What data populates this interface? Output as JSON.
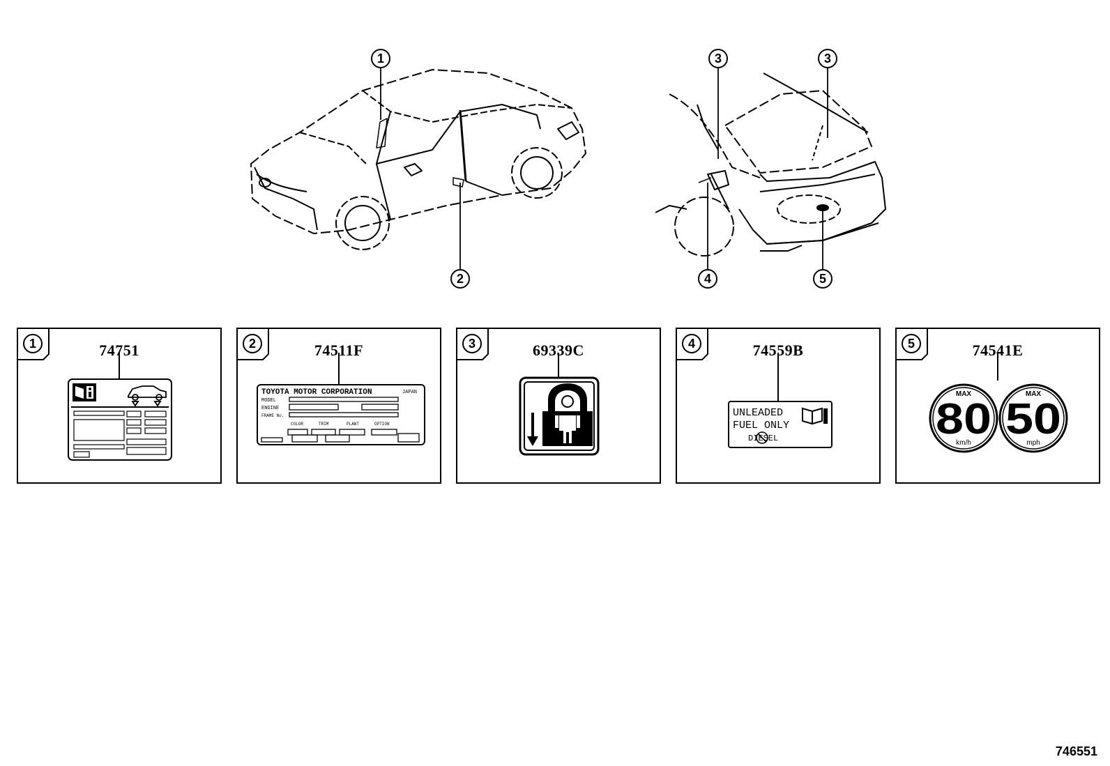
{
  "figure_id": "746551",
  "callouts": {
    "c1": "1",
    "c2": "2",
    "c3a": "3",
    "c3b": "3",
    "c4": "4",
    "c5": "5"
  },
  "panels": [
    {
      "num": "1",
      "part": "74751"
    },
    {
      "num": "2",
      "part": "74511F"
    },
    {
      "num": "3",
      "part": "69339C"
    },
    {
      "num": "4",
      "part": "74559B"
    },
    {
      "num": "5",
      "part": "74541E"
    }
  ],
  "label2": {
    "header": "TOYOTA MOTOR CORPORATION",
    "header_right": "JAPAN",
    "row1": "MODEL",
    "row2": "ENGINE",
    "row3": "FRAME No.",
    "col1": "COLOR",
    "col2": "TRIM",
    "col3": "PLANT",
    "col4": "OPTION"
  },
  "label4": {
    "line1": "UNLEADED",
    "line2": "FUEL ONLY",
    "line3": "DIESEL"
  },
  "label5": {
    "left_top": "MAX",
    "left_value": "80",
    "left_unit": "km/h",
    "right_top": "MAX",
    "right_value": "50",
    "right_unit": "mph"
  },
  "icons": {
    "manual": "book-info-icon",
    "car": "car-side-icon",
    "child_lock": "child-lock-icon",
    "no_diesel": "no-symbol-icon"
  }
}
